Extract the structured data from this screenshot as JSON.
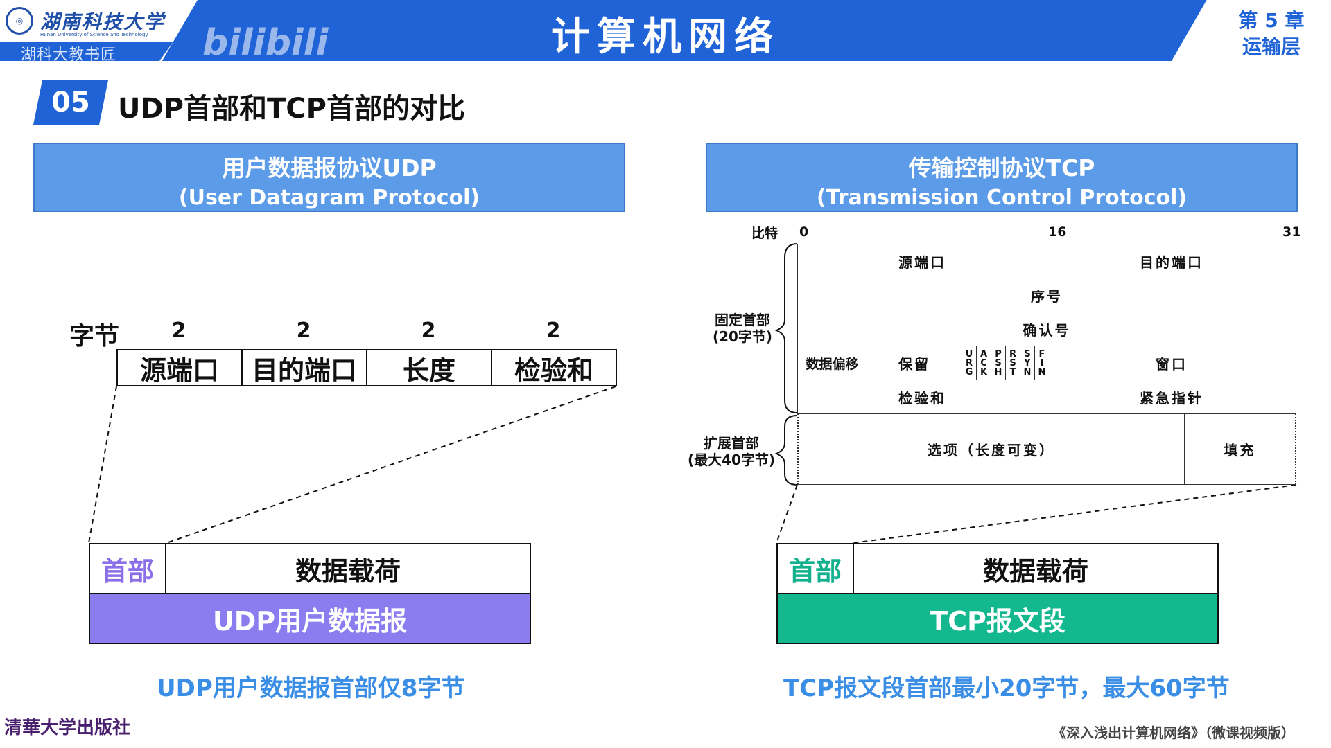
{
  "header": {
    "university_cn": "湖南科技大学",
    "university_en": "Hunan University of Science and Technology",
    "strip_text": "湖科大教书匠",
    "watermark": "bilibili",
    "course_title": "计算机网络",
    "chapter": "第 5 章",
    "chapter_name": "运输层"
  },
  "section": {
    "number": "05",
    "title": "UDP首部和TCP首部的对比"
  },
  "udp": {
    "title_cn": "用户数据报协议UDP",
    "title_en": "(User Datagram Protocol)",
    "bytes_label": "字节",
    "fields": [
      {
        "size": "2",
        "name": "源端口"
      },
      {
        "size": "2",
        "name": "目的端口"
      },
      {
        "size": "2",
        "name": "长度"
      },
      {
        "size": "2",
        "name": "检验和"
      }
    ],
    "packet": {
      "header": "首部",
      "payload": "数据载荷",
      "name": "UDP用户数据报"
    },
    "caption": "UDP用户数据报首部仅8字节",
    "colors": {
      "header_text": "#8c6ee8",
      "packet_bar": "#8b7cf0"
    }
  },
  "tcp": {
    "title_cn": "传输控制协议TCP",
    "title_en": "(Transmission Control Protocol)",
    "bits_label": "比特",
    "bit_marks": [
      "0",
      "16",
      "31"
    ],
    "fixed_header_label": "固定首部",
    "fixed_header_size": "(20字节)",
    "ext_header_label": "扩展首部",
    "ext_header_size": "(最大40字节)",
    "fields": {
      "src_port": "源端口",
      "dst_port": "目的端口",
      "seq": "序号",
      "ack": "确认号",
      "data_offset": "数据偏移",
      "reserved": "保留",
      "flags": [
        "URG",
        "ACK",
        "PSH",
        "RST",
        "SYN",
        "FIN"
      ],
      "window": "窗口",
      "checksum": "检验和",
      "urgent_ptr": "紧急指针",
      "options": "选项（长度可变）",
      "padding": "填充"
    },
    "packet": {
      "header": "首部",
      "payload": "数据载荷",
      "name": "TCP报文段"
    },
    "caption": "TCP报文段首部最小20字节，最大60字节",
    "colors": {
      "header_text": "#12b08c",
      "packet_bar": "#14b88e"
    }
  },
  "footer": {
    "publisher": "清華大学出版社",
    "book": "《深入浅出计算机网络》（微课视频版）"
  }
}
